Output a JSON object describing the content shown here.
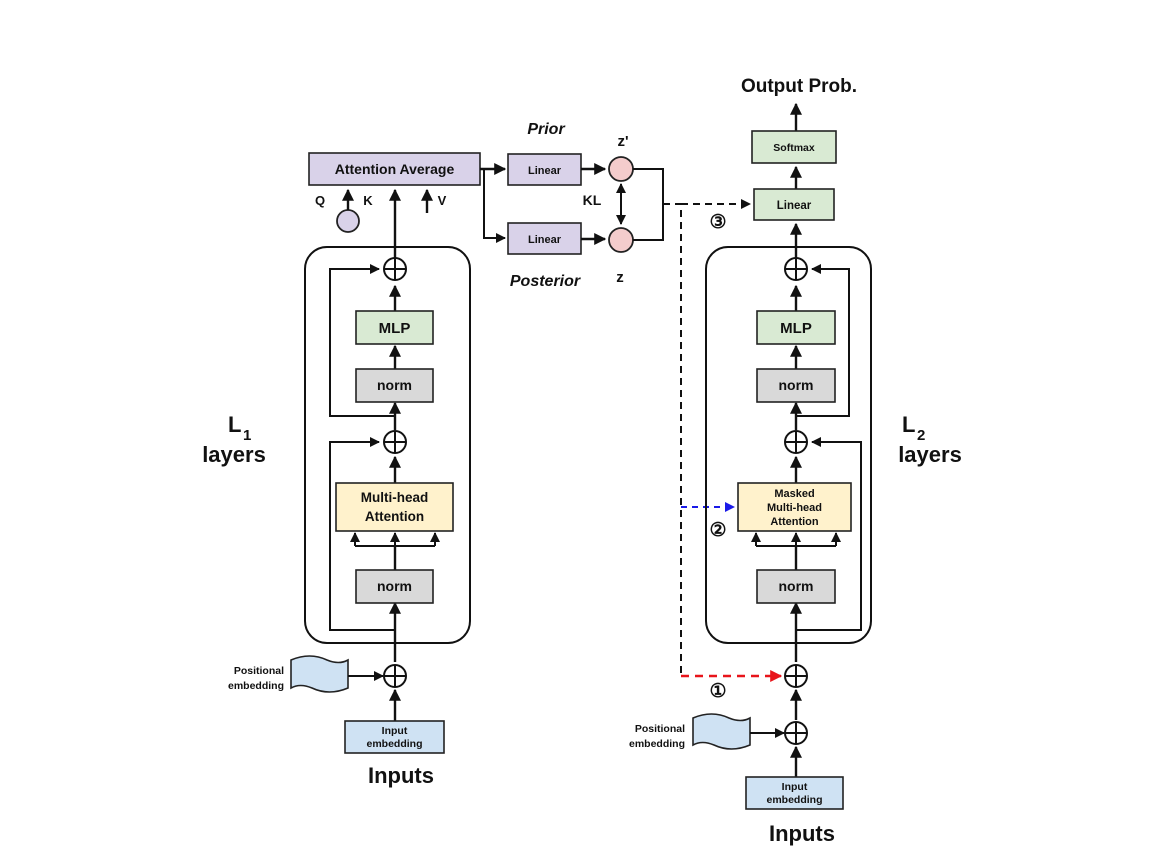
{
  "diagram": {
    "encoder": {
      "layers_label_main": "L",
      "layers_label_sub": "1",
      "layers_label_word": "layers",
      "mlp": "MLP",
      "norm_top": "norm",
      "attention": [
        "Multi-head",
        "Attention"
      ],
      "norm_bottom": "norm",
      "positional_embedding": [
        "Positional",
        "embedding"
      ],
      "input_embedding": [
        "Input",
        "embedding"
      ],
      "inputs": "Inputs"
    },
    "attention_average": {
      "label": "Attention Average",
      "q": "Q",
      "k": "K",
      "v": "V"
    },
    "latent": {
      "prior": "Prior",
      "posterior": "Posterior",
      "linear_prior": "Linear",
      "linear_posterior": "Linear",
      "z_prime": "z'",
      "z": "z",
      "kl": "KL"
    },
    "decoder": {
      "output_label": "Output Prob.",
      "softmax": "Softmax",
      "linear": "Linear",
      "layers_label_main": "L",
      "layers_label_sub": "2",
      "layers_label_word": "layers",
      "mlp": "MLP",
      "norm_top": "norm",
      "attention": [
        "Masked",
        "Multi-head",
        "Attention"
      ],
      "norm_bottom": "norm",
      "positional_embedding": [
        "Positional",
        "embedding"
      ],
      "input_embedding": [
        "Input",
        "embedding"
      ],
      "inputs": "Inputs"
    },
    "markers": {
      "one": "①",
      "two": "②",
      "three": "③"
    },
    "colors": {
      "attention_avg": "#d9d2e9",
      "mlp": "#d9ead3",
      "norm": "#d9d9d9",
      "attention": "#fff2cc",
      "embedding": "#cfe2f3",
      "latent_node": "#f4cccc",
      "red_arrow": "#e8141a",
      "blue_arrow": "#1a1ae8"
    }
  }
}
